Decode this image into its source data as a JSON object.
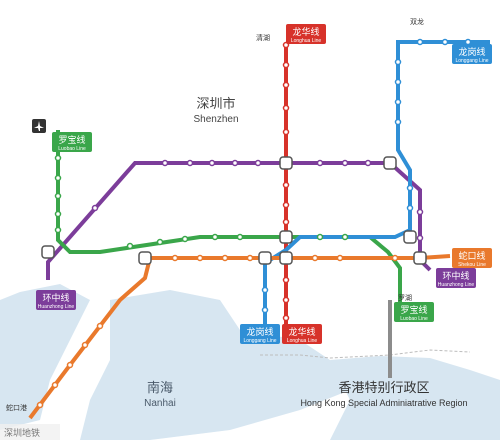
{
  "colors": {
    "sea": "#d7e6f1",
    "land": "#ffffff",
    "luobao": "#3aa64a",
    "longhua": "#d7322a",
    "huanzhong": "#7c3d9a",
    "shekou": "#e9792c",
    "longgang": "#2f8fd6",
    "grey": "#8c8c8c"
  },
  "regions": {
    "shenzhen_zh": "深圳市",
    "shenzhen_en": "Shenzhen",
    "nanhai_zh": "南海",
    "nanhai_en": "Nanhai",
    "hk_zh": "香港特别行政区",
    "hk_en": "Hong Kong Special Adminiatrative Region"
  },
  "lines": {
    "luobao": {
      "zh": "罗宝线",
      "en": "Luobao Line"
    },
    "longhua": {
      "zh": "龙华线",
      "en": "Longhua Line"
    },
    "longgang": {
      "zh": "龙岗线",
      "en": "Longgang Line"
    },
    "huanzhong": {
      "zh": "环中线",
      "en": "Huanzhong Line"
    },
    "shekou": {
      "zh": "蛇口线",
      "en": "Shekou Line"
    }
  },
  "stations": {
    "qinghu": "清湖",
    "shuanglong": "双龙",
    "luohu": "罗湖",
    "shekou_port": "蛇口港"
  },
  "icons": {
    "airport": "airport-icon"
  },
  "watermark": "深圳地铁"
}
